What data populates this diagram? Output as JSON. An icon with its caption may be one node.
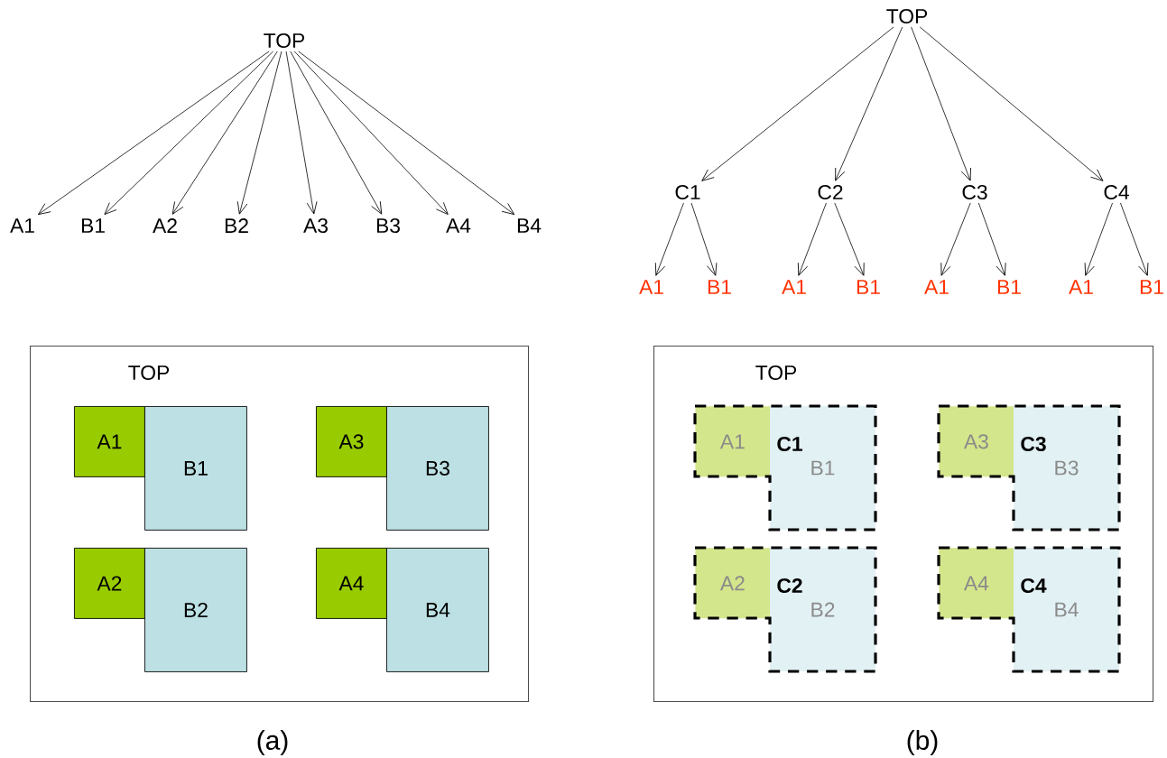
{
  "diagram": {
    "nodes": [
      {
        "text": [
          "TOP"
        ]
      },
      {
        "text": [
          "A1"
        ]
      },
      {
        "text": [
          "B1"
        ]
      },
      {
        "text": [
          "A2"
        ]
      },
      {
        "text": [
          "B2"
        ]
      },
      {
        "text": [
          "A3"
        ]
      },
      {
        "text": [
          "B3"
        ]
      },
      {
        "text": [
          "A4"
        ]
      },
      {
        "text": [
          "B4"
        ]
      },
      {
        "text": [
          "TOP"
        ]
      },
      {
        "text": [
          "C1"
        ]
      },
      {
        "text": [
          "C2"
        ]
      },
      {
        "text": [
          "C3"
        ]
      },
      {
        "text": [
          "C4"
        ]
      },
      {
        "text": [
          "A1"
        ]
      },
      {
        "text": [
          "B1"
        ]
      },
      {
        "text": [
          "A1"
        ]
      },
      {
        "text": [
          "B1"
        ]
      },
      {
        "text": [
          "A1"
        ]
      },
      {
        "text": [
          "B1"
        ]
      },
      {
        "text": [
          "A1"
        ]
      },
      {
        "text": [
          "B1"
        ]
      },
      {
        "text": [
          "TOP"
        ]
      },
      {
        "text": [
          "A1"
        ],
        "in": 22
      },
      {
        "text": [
          "B1"
        ],
        "in": 22
      },
      {
        "text": [
          "A3"
        ],
        "in": 22
      },
      {
        "text": [
          "B3"
        ],
        "in": 22
      },
      {
        "text": [
          "A2"
        ],
        "in": 22
      },
      {
        "text": [
          "B2"
        ],
        "in": 22
      },
      {
        "text": [
          "A4"
        ],
        "in": 22
      },
      {
        "text": [
          "B4"
        ],
        "in": 22
      },
      {
        "text": [
          "TOP"
        ]
      },
      {
        "text": [
          "C1"
        ],
        "in": 31
      },
      {
        "text": [
          "A1"
        ],
        "in": 32
      },
      {
        "text": [
          "B1"
        ],
        "in": 32
      },
      {
        "text": [
          "C3"
        ],
        "in": 31
      },
      {
        "text": [
          "A3"
        ],
        "in": 35
      },
      {
        "text": [
          "B3"
        ],
        "in": 35
      },
      {
        "text": [
          "C2"
        ],
        "in": 31
      },
      {
        "text": [
          "A2"
        ],
        "in": 38
      },
      {
        "text": [
          "B2"
        ],
        "in": 38
      },
      {
        "text": [
          "C4"
        ],
        "in": 31
      },
      {
        "text": [
          "A4"
        ],
        "in": 41
      },
      {
        "text": [
          "B4"
        ],
        "in": 41
      }
    ],
    "edges": [
      {
        "from": 0,
        "to": 1,
        "arrow": "to"
      },
      {
        "from": 0,
        "to": 2,
        "arrow": "to"
      },
      {
        "from": 0,
        "to": 3,
        "arrow": "to"
      },
      {
        "from": 0,
        "to": 4,
        "arrow": "to"
      },
      {
        "from": 0,
        "to": 5,
        "arrow": "to"
      },
      {
        "from": 0,
        "to": 6,
        "arrow": "to"
      },
      {
        "from": 0,
        "to": 7,
        "arrow": "to"
      },
      {
        "from": 0,
        "to": 8,
        "arrow": "to"
      },
      {
        "from": 9,
        "to": 10,
        "arrow": "to"
      },
      {
        "from": 9,
        "to": 11,
        "arrow": "to"
      },
      {
        "from": 9,
        "to": 12,
        "arrow": "to"
      },
      {
        "from": 9,
        "to": 13,
        "arrow": "to"
      },
      {
        "from": 10,
        "to": 14,
        "arrow": "to"
      },
      {
        "from": 10,
        "to": 15,
        "arrow": "to"
      },
      {
        "from": 11,
        "to": 16,
        "arrow": "to"
      },
      {
        "from": 11,
        "to": 17,
        "arrow": "to"
      },
      {
        "from": 12,
        "to": 18,
        "arrow": "to"
      },
      {
        "from": 12,
        "to": 19,
        "arrow": "to"
      },
      {
        "from": 13,
        "to": 20,
        "arrow": "to"
      },
      {
        "from": 13,
        "to": 21,
        "arrow": "to"
      }
    ],
    "labels": [
      "(a)",
      "(b)"
    ]
  }
}
